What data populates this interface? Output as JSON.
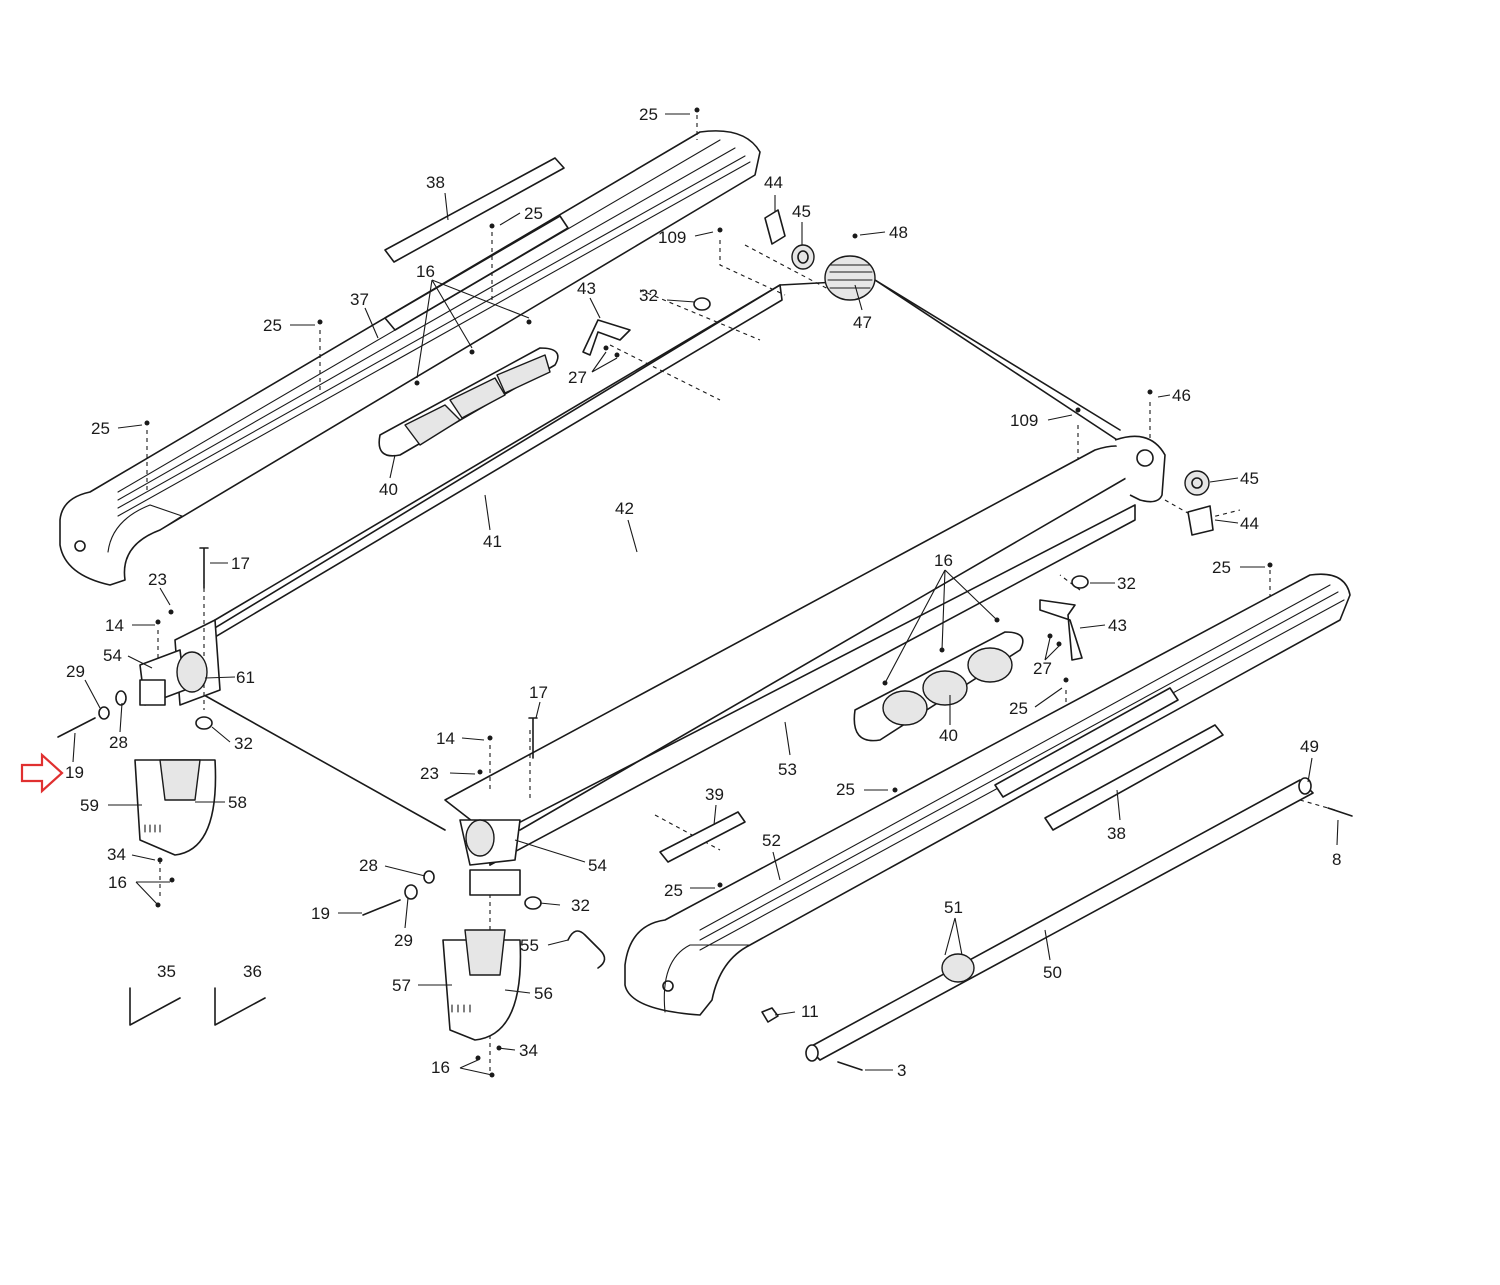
{
  "diagram": {
    "callouts": [
      {
        "id": "c-25-top",
        "label": "25"
      },
      {
        "id": "c-38-top",
        "label": "38"
      },
      {
        "id": "c-25-b",
        "label": "25"
      },
      {
        "id": "c-44-top",
        "label": "44"
      },
      {
        "id": "c-45-top",
        "label": "45"
      },
      {
        "id": "c-48",
        "label": "48"
      },
      {
        "id": "c-109-top",
        "label": "109"
      },
      {
        "id": "c-16-top",
        "label": "16"
      },
      {
        "id": "c-37",
        "label": "37"
      },
      {
        "id": "c-25-c",
        "label": "25"
      },
      {
        "id": "c-43-top",
        "label": "43"
      },
      {
        "id": "c-32-top",
        "label": "32"
      },
      {
        "id": "c-47",
        "label": "47"
      },
      {
        "id": "c-27-top",
        "label": "27"
      },
      {
        "id": "c-25-d",
        "label": "25"
      },
      {
        "id": "c-40-top",
        "label": "40"
      },
      {
        "id": "c-41",
        "label": "41"
      },
      {
        "id": "c-42",
        "label": "42"
      },
      {
        "id": "c-109-right",
        "label": "109"
      },
      {
        "id": "c-46",
        "label": "46"
      },
      {
        "id": "c-45-right",
        "label": "45"
      },
      {
        "id": "c-44-right",
        "label": "44"
      },
      {
        "id": "c-17-left",
        "label": "17"
      },
      {
        "id": "c-23-left",
        "label": "23"
      },
      {
        "id": "c-14-left",
        "label": "14"
      },
      {
        "id": "c-54-left",
        "label": "54"
      },
      {
        "id": "c-61",
        "label": "61"
      },
      {
        "id": "c-29-left",
        "label": "29"
      },
      {
        "id": "c-28-left",
        "label": "28"
      },
      {
        "id": "c-32-left",
        "label": "32"
      },
      {
        "id": "c-19-left",
        "label": "19"
      },
      {
        "id": "c-59",
        "label": "59"
      },
      {
        "id": "c-58",
        "label": "58"
      },
      {
        "id": "c-34-left",
        "label": "34"
      },
      {
        "id": "c-16-left",
        "label": "16"
      },
      {
        "id": "c-35",
        "label": "35"
      },
      {
        "id": "c-36",
        "label": "36"
      },
      {
        "id": "c-16-right",
        "label": "16"
      },
      {
        "id": "c-32-right",
        "label": "32"
      },
      {
        "id": "c-25-e",
        "label": "25"
      },
      {
        "id": "c-43-right",
        "label": "43"
      },
      {
        "id": "c-27-right",
        "label": "27"
      },
      {
        "id": "c-25-f",
        "label": "25"
      },
      {
        "id": "c-40-right",
        "label": "40"
      },
      {
        "id": "c-17-mid",
        "label": "17"
      },
      {
        "id": "c-14-mid",
        "label": "14"
      },
      {
        "id": "c-23-mid",
        "label": "23"
      },
      {
        "id": "c-53",
        "label": "53"
      },
      {
        "id": "c-39",
        "label": "39"
      },
      {
        "id": "c-25-g",
        "label": "25"
      },
      {
        "id": "c-54-mid",
        "label": "54"
      },
      {
        "id": "c-28-mid",
        "label": "28"
      },
      {
        "id": "c-19-mid",
        "label": "19"
      },
      {
        "id": "c-29-mid",
        "label": "29"
      },
      {
        "id": "c-32-mid",
        "label": "32"
      },
      {
        "id": "c-55",
        "label": "55"
      },
      {
        "id": "c-57",
        "label": "57"
      },
      {
        "id": "c-56",
        "label": "56"
      },
      {
        "id": "c-34-mid",
        "label": "34"
      },
      {
        "id": "c-16-mid",
        "label": "16"
      },
      {
        "id": "c-52",
        "label": "52"
      },
      {
        "id": "c-25-h",
        "label": "25"
      },
      {
        "id": "c-38-right",
        "label": "38"
      },
      {
        "id": "c-49",
        "label": "49"
      },
      {
        "id": "c-8",
        "label": "8"
      },
      {
        "id": "c-51",
        "label": "51"
      },
      {
        "id": "c-50",
        "label": "50"
      },
      {
        "id": "c-11",
        "label": "11"
      },
      {
        "id": "c-3",
        "label": "3"
      }
    ],
    "highlight": {
      "color": "#e03030",
      "target_label": "19"
    }
  }
}
